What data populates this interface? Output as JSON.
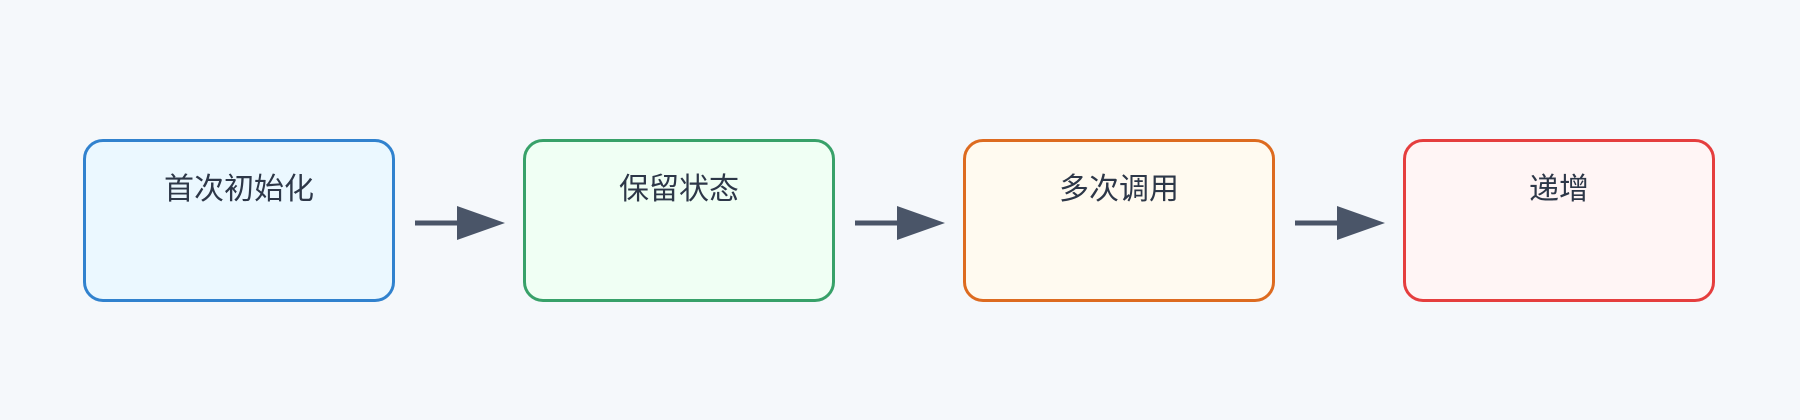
{
  "diagram": {
    "background": "#f5f8fb",
    "arrow_color": "#4a5568",
    "steps": [
      {
        "label": "首次初始化",
        "border": "#3182ce",
        "fill": "#ebf8ff"
      },
      {
        "label": "保留状态",
        "border": "#38a169",
        "fill": "#f0fff4"
      },
      {
        "label": "多次调用",
        "border": "#dd6b20",
        "fill": "#fffaf0"
      },
      {
        "label": "递增",
        "border": "#e53e3e",
        "fill": "#fff5f5"
      }
    ]
  }
}
